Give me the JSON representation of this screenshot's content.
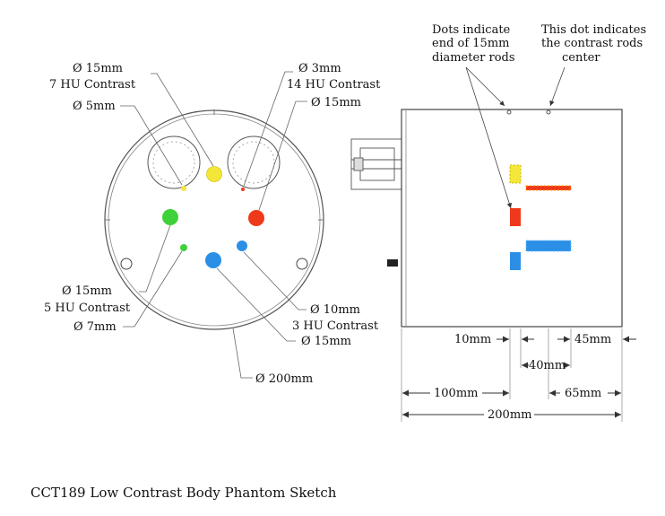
{
  "caption": "CCT189 Low Contrast Body Phantom Sketch",
  "front_view": {
    "labels": {
      "rod_15mm_7hu_size": "Ø 15mm",
      "rod_15mm_7hu_contrast": "7 HU Contrast",
      "rod_5mm_size": "Ø 5mm",
      "rod_3mm_size": "Ø 3mm",
      "rod_3mm_14hu_contrast": "14 HU Contrast",
      "rod_15mm_14hu_size": "Ø 15mm",
      "rod_15mm_5hu_size": "Ø 15mm",
      "rod_15mm_5hu_contrast": "5 HU Contrast",
      "rod_7mm_size": "Ø 7mm",
      "rod_10mm_size": "Ø 10mm",
      "rod_10mm_3hu_contrast": "3 HU Contrast",
      "rod_15mm_3hu_size": "Ø 15mm",
      "body_diameter": "Ø 200mm"
    }
  },
  "side_view": {
    "notes": {
      "rod_end_line1": "Dots indicate",
      "rod_end_line2": "end of 15mm",
      "rod_end_line3": "diameter rods",
      "rod_center_line1": "This dot indicates",
      "rod_center_line2": "the  contrast rods",
      "rod_center_line3": "center"
    },
    "dimensions": {
      "d10": "10mm",
      "d45": "45mm",
      "d40": "40mm",
      "d100": "100mm",
      "d65": "65mm",
      "d200": "200mm"
    }
  },
  "colors": {
    "rod_7hu": "#f5e63a",
    "rod_14hu": "#ee3a1a",
    "rod_5hu": "#3fd13a",
    "rod_3hu": "#2c8fe6",
    "rod_dash": "#ff9c00",
    "line": "#444444"
  }
}
